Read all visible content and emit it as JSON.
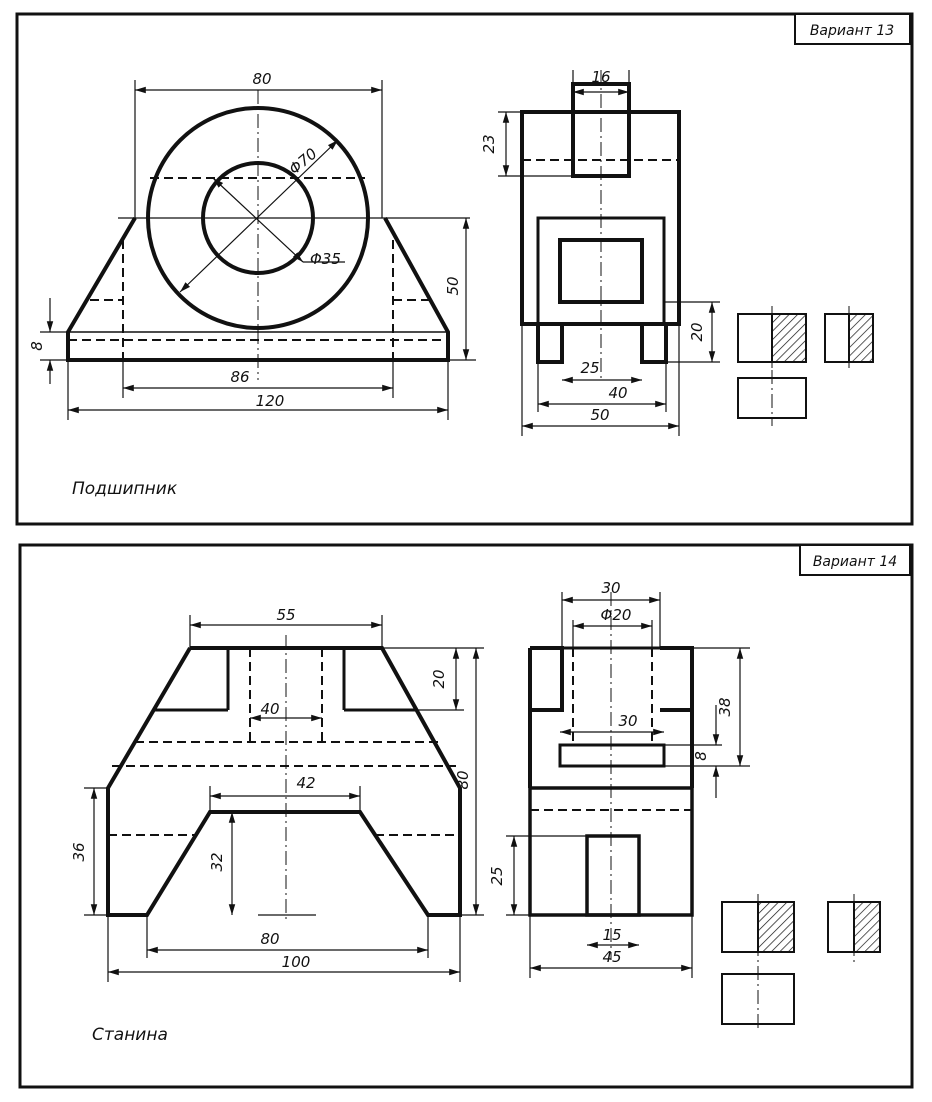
{
  "sheet_13": {
    "variant_label": "Вариант 13",
    "part_name": "Подшипник",
    "dims": {
      "top_width": "80",
      "outer_dia": "Φ70",
      "inner_dia": "Φ35",
      "height": "50",
      "base_thickness": "8",
      "inner_width": "86",
      "total_width": "120",
      "side_top_width": "16",
      "side_top_height": "23",
      "side_slot_height": "20",
      "side_slot_width": "25",
      "side_mid_width": "40",
      "side_total_width": "50"
    }
  },
  "sheet_14": {
    "variant_label": "Вариант 14",
    "part_name": "Станина",
    "dims": {
      "top_width": "55",
      "top_step": "20",
      "bore_width": "40",
      "total_height": "80",
      "arch_top_width": "42",
      "left_height": "36",
      "arch_height": "32",
      "arch_bottom_width": "80",
      "total_width": "100",
      "side_top_width": "30",
      "side_bore_dia": "Φ20",
      "side_inner_width": "30",
      "side_upper_height": "38",
      "side_flange": "8",
      "side_lower_height": "25",
      "side_slot_width": "15",
      "side_total_width": "45"
    }
  }
}
